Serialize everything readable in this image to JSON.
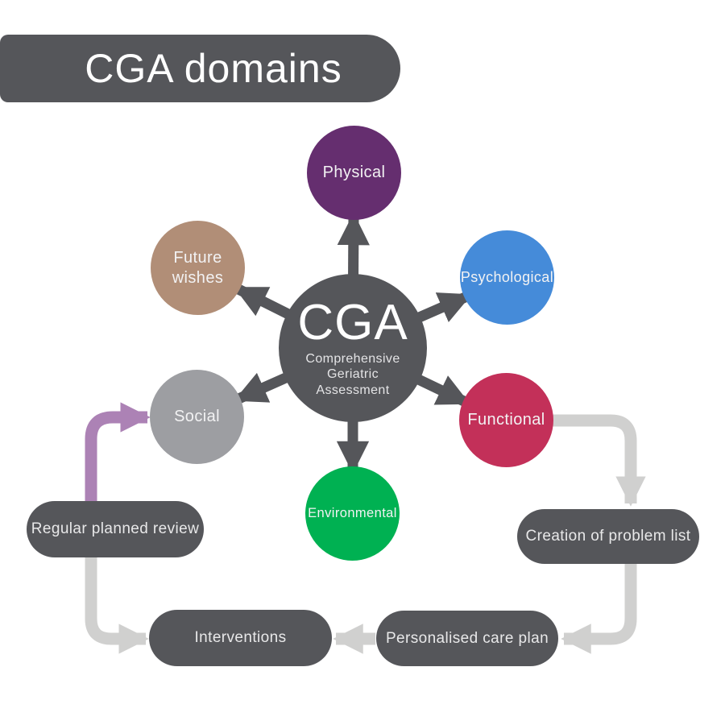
{
  "title": {
    "label": "CGA domains"
  },
  "hub": {
    "acronym": "CGA",
    "subtitle_lines": [
      "Comprehensive",
      "Geriatric",
      "Assessment"
    ]
  },
  "domains": [
    {
      "id": "physical",
      "label": "Physical",
      "color": "#652E6F"
    },
    {
      "id": "psychological",
      "label": "Psychological",
      "color": "#458BD9"
    },
    {
      "id": "functional",
      "label": "Functional",
      "color": "#C33059"
    },
    {
      "id": "environmental",
      "label": "Environmental",
      "color": "#00B152"
    },
    {
      "id": "social",
      "label": "Social",
      "color": "#9D9EA2"
    },
    {
      "id": "future-wishes",
      "label": "Future wishes",
      "label_lines": [
        "Future",
        "wishes"
      ],
      "color": "#B18E77"
    }
  ],
  "flow_steps": [
    {
      "id": "creation",
      "label": "Creation of problem list"
    },
    {
      "id": "personalised",
      "label": "Personalised care plan"
    },
    {
      "id": "interventions",
      "label": "Interventions"
    },
    {
      "id": "review",
      "label": "Regular planned review"
    }
  ],
  "flow_sequence": "Functional → Creation of problem list → Personalised care plan → Interventions → Regular planned review → Social",
  "colors": {
    "node_dark": "#55565A",
    "connector_dark": "#55565A",
    "connector_light": "#D0D0CF",
    "connector_purple": "#AC82B5",
    "background": "#FFFFFF",
    "text_light": "#FFFFFF"
  }
}
